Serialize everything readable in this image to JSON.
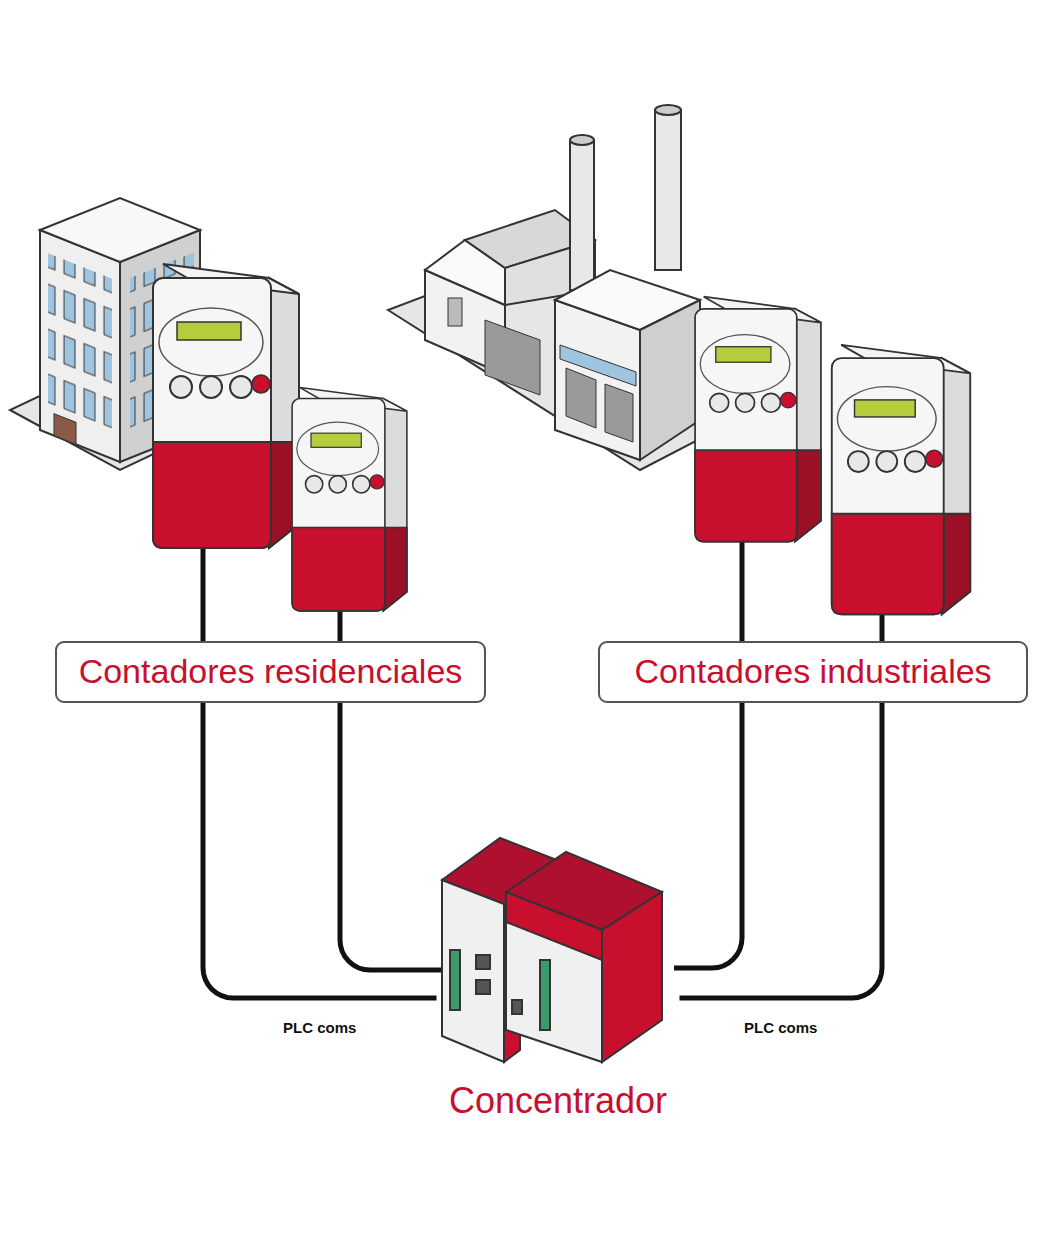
{
  "diagram": {
    "nodes": [
      {
        "text": [
          "Contadores residenciales"
        ]
      },
      {
        "text": [
          "Contadores industriales"
        ]
      },
      {
        "text": [
          "Concentrador"
        ]
      }
    ],
    "edges": [
      {
        "from": 0,
        "to": 2,
        "arrow": "none",
        "label": "PLC coms"
      },
      {
        "from": 1,
        "to": 2,
        "arrow": "none",
        "label": "PLC coms"
      }
    ]
  }
}
